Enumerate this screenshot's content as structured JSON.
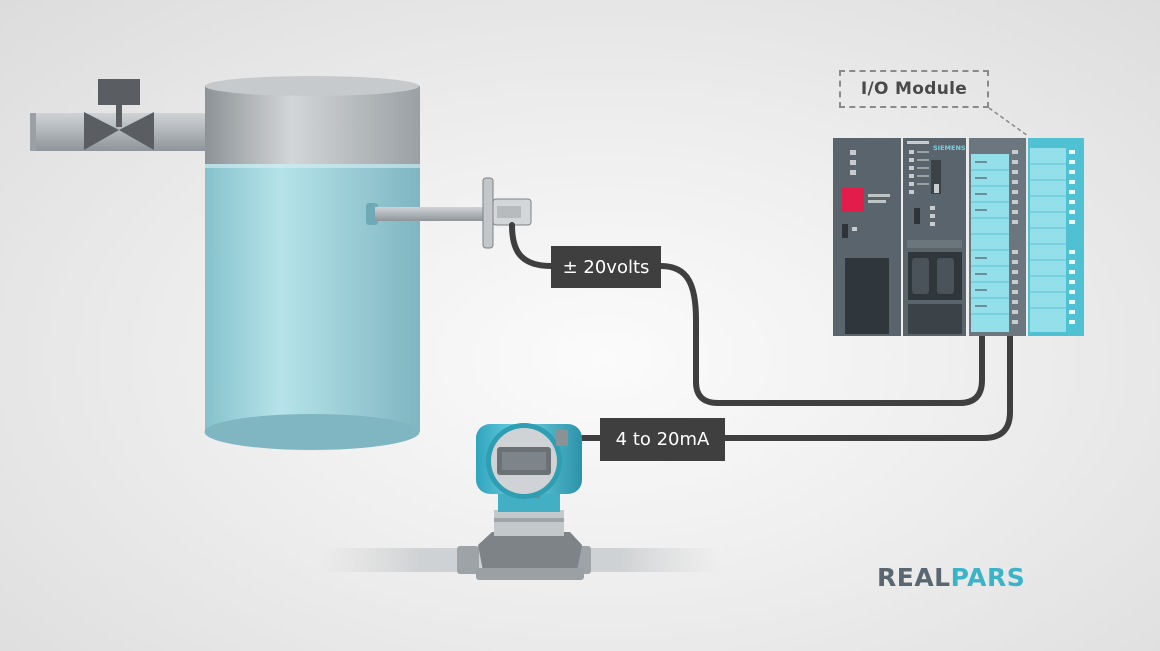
{
  "io_module": {
    "label": "I/O Module"
  },
  "signals": {
    "voltage": {
      "symbol": "±",
      "value": "20volts"
    },
    "current": {
      "label": "4 to 20mA"
    }
  },
  "plc": {
    "cpu_brand": "SIEMENS"
  },
  "branding": {
    "part1": "REAL",
    "part2": "PARS",
    "color1": "#5b6770",
    "color2": "#3cb4c8"
  },
  "colors": {
    "liquid": "#a6d8e0",
    "transmitter": "#4bbdd3",
    "cable": "#3f3f3f",
    "io_card": "#93dfea"
  }
}
